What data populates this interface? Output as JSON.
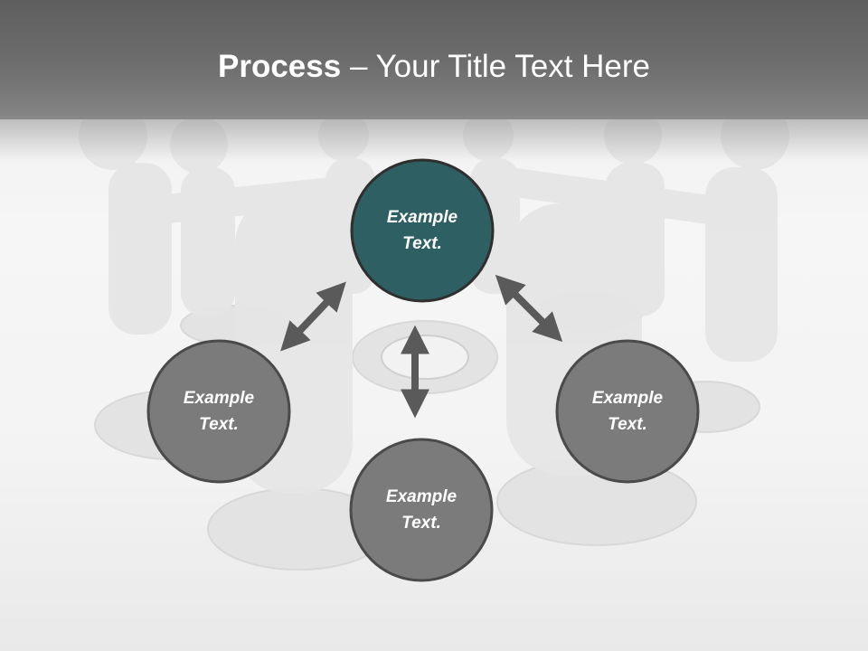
{
  "slide": {
    "title_bold": "Process",
    "title_rest": " – Your Title Text Here"
  },
  "nodes": [
    {
      "id": "top",
      "line1": "Example",
      "line2": "Text.",
      "fill": "#2e5f62"
    },
    {
      "id": "left",
      "line1": "Example",
      "line2": "Text.",
      "fill": "#7b7b7b"
    },
    {
      "id": "bottom",
      "line1": "Example",
      "line2": "Text.",
      "fill": "#7b7b7b"
    },
    {
      "id": "right",
      "line1": "Example",
      "line2": "Text.",
      "fill": "#7b7b7b"
    }
  ],
  "colors": {
    "accent": "#2e5f62",
    "node_gray": "#7b7b7b",
    "arrow": "#5a5a5a",
    "header": "#666666"
  },
  "icons": {
    "background": "people-circle-illustration",
    "connectors": "double-headed-arrow"
  }
}
